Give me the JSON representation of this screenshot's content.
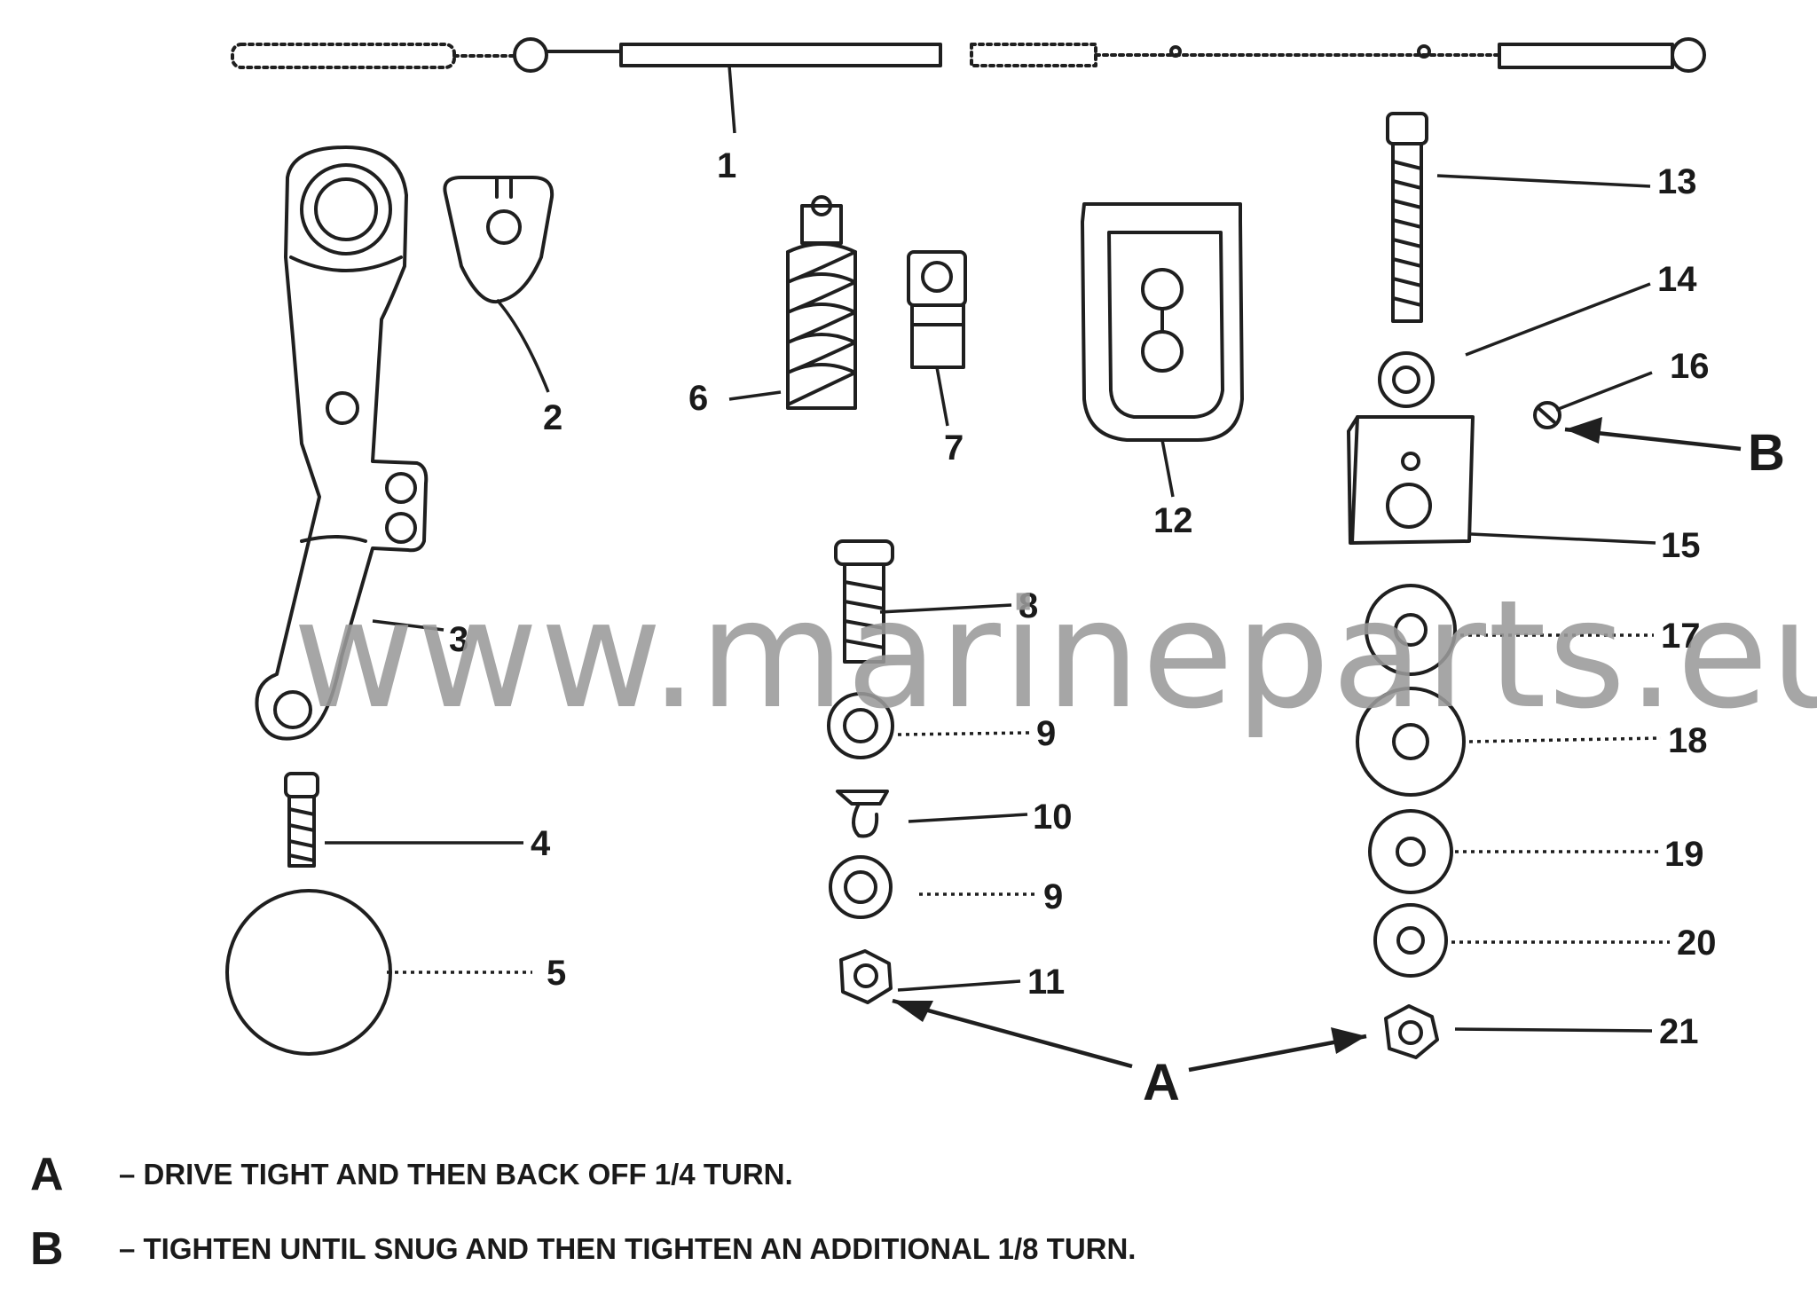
{
  "diagram": {
    "part_labels": [
      "1",
      "2",
      "3",
      "4",
      "5",
      "6",
      "7",
      "8",
      "9",
      "10",
      "9",
      "11",
      "12",
      "13",
      "14",
      "16",
      "15",
      "17",
      "18",
      "19",
      "20",
      "21"
    ],
    "callouts": {
      "a": "A",
      "b": "B"
    }
  },
  "watermark": {
    "text": "www.marineparts.eu"
  },
  "notes": [
    {
      "key": "A",
      "text": "– DRIVE TIGHT AND THEN BACK OFF 1/4 TURN."
    },
    {
      "key": "B",
      "text": "– TIGHTEN UNTIL SNUG AND THEN TIGHTEN AN ADDITIONAL 1/8 TURN."
    }
  ]
}
